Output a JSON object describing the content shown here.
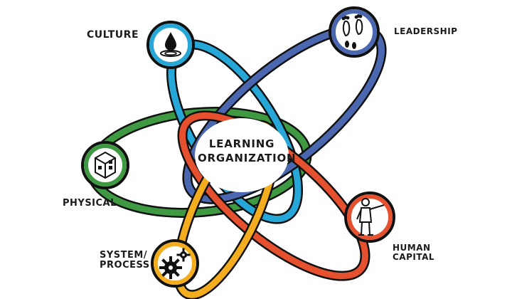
{
  "center": {
    "line1": "LEARNING",
    "line2": "ORGANIZATION"
  },
  "nodes": {
    "culture": {
      "label": "CULTURE",
      "color": "#27A7D8",
      "icon": "water-drop-icon"
    },
    "leadership": {
      "label": "LEADERSHIP",
      "color": "#4A67B0",
      "icon": "footprints-icon"
    },
    "physical": {
      "label": "PHYSICAL",
      "color": "#3F9842",
      "icon": "building-blocks-icon"
    },
    "human": {
      "line1": "HUMAN",
      "line2": "CAPITAL",
      "color": "#E5512E",
      "icon": "presenter-icon"
    },
    "system": {
      "line1": "SYSTEM/",
      "line2": "PROCESS",
      "color": "#F4AD1E",
      "icon": "gears-icon"
    }
  }
}
